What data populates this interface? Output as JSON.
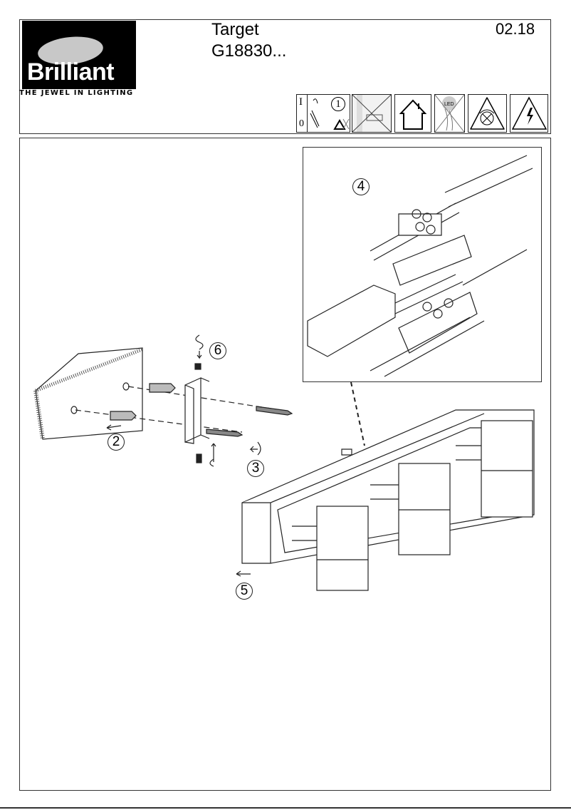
{
  "header": {
    "brand": "Brilliant",
    "tagline": "THE JEWEL IN LIGHTING",
    "title": "Target",
    "model": "G18830...",
    "date": "02.18"
  },
  "safety_icons": [
    {
      "name": "switch-off-class1-icon",
      "labels": [
        "I",
        "0",
        "1"
      ]
    },
    {
      "name": "no-drilling-icon"
    },
    {
      "name": "indoor-use-icon"
    },
    {
      "name": "led-no-touch-icon",
      "labels": [
        "LED"
      ]
    },
    {
      "name": "dimmer-warning-icon"
    },
    {
      "name": "electric-hazard-icon"
    }
  ],
  "steps": [
    "2",
    "3",
    "4",
    "5",
    "6"
  ]
}
